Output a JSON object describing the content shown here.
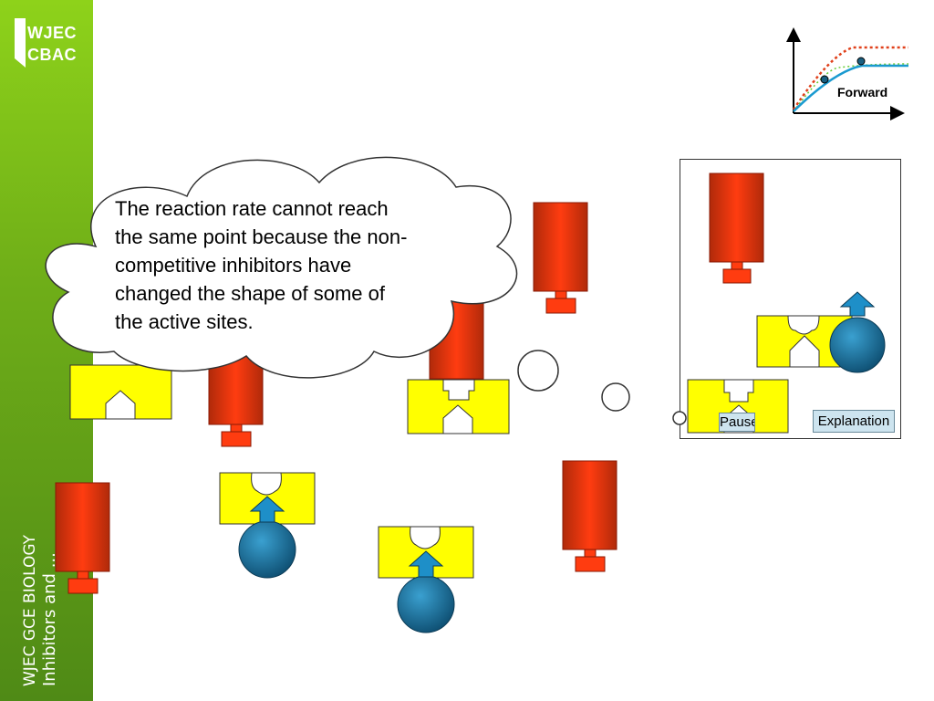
{
  "logo": {
    "line1": "WJEC",
    "line2": "CBAC"
  },
  "sidebar": {
    "course": "WJEC GCE BIOLOGY",
    "topic": "Inhibitors and ..."
  },
  "graph": {
    "label": "Forward"
  },
  "bubble": {
    "text": "The reaction rate cannot reach the same point because the non-competitive inhibitors have changed the shape of some of the active sites."
  },
  "controls": {
    "pause_label": "Pause",
    "explanation_label": "Explanation"
  },
  "colors": {
    "enzyme": "#ffff00",
    "substrate": "#1e7fb0",
    "inhibitor": "#e23a12",
    "sidebar": "#6fae18"
  }
}
